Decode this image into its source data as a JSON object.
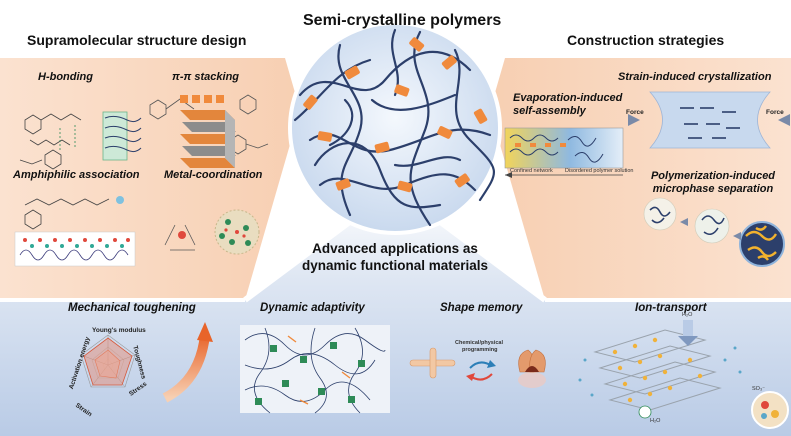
{
  "title": "Semi-crystalline polymers",
  "left_panel": {
    "heading": "Supramolecular structure  design",
    "items": [
      "H-bonding",
      "π-π stacking",
      "Amphiphilic association",
      "Metal-coordination"
    ]
  },
  "right_panel": {
    "heading": "Construction strategies",
    "items": [
      "Strain-induced crystallization",
      "Evaporation-induced self-assembly",
      "Polymerization-induced microphase separation"
    ],
    "force_left": "Force",
    "force_right": "Force",
    "gel_label_left": "Confined network",
    "gel_label_right": "Disordered polymer solution"
  },
  "center": {
    "line1": "Advanced applications as",
    "line2": "dynamic functional materials"
  },
  "applications": [
    "Mechanical toughening",
    "Dynamic adaptivity",
    "Shape memory",
    "Ion-transport"
  ],
  "radar_axes": [
    "Young's modulus",
    "Toughness",
    "Stress",
    "Strain",
    "Activation energy"
  ],
  "shape_memory_label_1": "Chemical/physical",
  "shape_memory_label_2": "programming",
  "ion_labels": {
    "water_top": "H₂O",
    "water_bottom": "H₂O",
    "sulfonate": "SO₃⁻"
  },
  "colors": {
    "accent_orange": "#f08a3c",
    "chain_blue": "#2c3f6b",
    "circle_fill": "#dde8f4",
    "peach_bg": "#f9d9c2",
    "blue_bg": "#c9d7ec"
  }
}
